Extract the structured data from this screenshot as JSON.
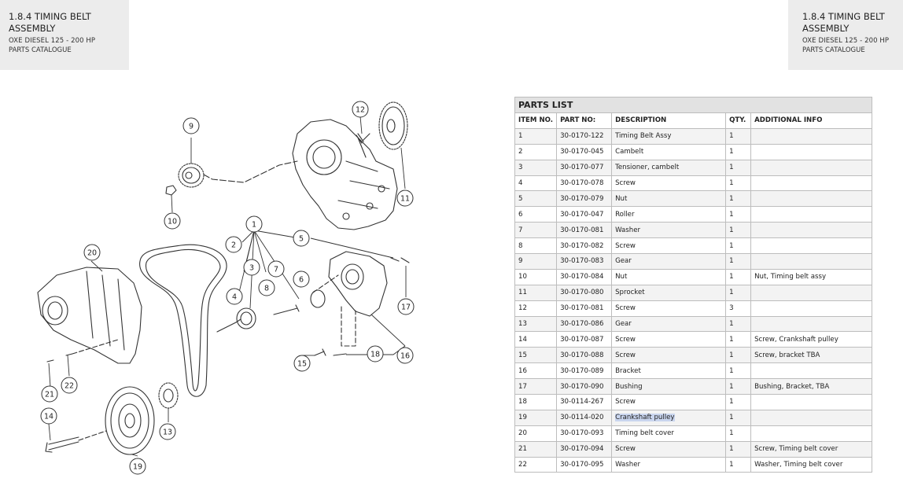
{
  "header": {
    "title_line1": "1.8.4 TIMING BELT",
    "title_line2": "ASSEMBLY",
    "subtitle": "OXE DIESEL 125 - 200 HP",
    "catalogue": "PARTS CATALOGUE"
  },
  "diagram": {
    "callouts": [
      "1",
      "2",
      "3",
      "4",
      "5",
      "6",
      "7",
      "8",
      "9",
      "10",
      "11",
      "12",
      "13",
      "14",
      "15",
      "16",
      "17",
      "18",
      "19",
      "20",
      "21",
      "22"
    ]
  },
  "parts_list": {
    "title": "PARTS LIST",
    "columns": [
      "ITEM NO.",
      "PART NO:",
      "DESCRIPTION",
      "QTY.",
      "ADDITIONAL INFO"
    ],
    "highlight_color": "#c9d5ee",
    "rows": [
      {
        "item": "1",
        "part": "30-0170-122",
        "desc": "Timing Belt Assy",
        "qty": "1",
        "info": ""
      },
      {
        "item": "2",
        "part": "30-0170-045",
        "desc": "Cambelt",
        "qty": "1",
        "info": ""
      },
      {
        "item": "3",
        "part": "30-0170-077",
        "desc": "Tensioner, cambelt",
        "qty": "1",
        "info": ""
      },
      {
        "item": "4",
        "part": "30-0170-078",
        "desc": "Screw",
        "qty": "1",
        "info": ""
      },
      {
        "item": "5",
        "part": "30-0170-079",
        "desc": "Nut",
        "qty": "1",
        "info": ""
      },
      {
        "item": "6",
        "part": "30-0170-047",
        "desc": "Roller",
        "qty": "1",
        "info": ""
      },
      {
        "item": "7",
        "part": "30-0170-081",
        "desc": "Washer",
        "qty": "1",
        "info": ""
      },
      {
        "item": "8",
        "part": "30-0170-082",
        "desc": "Screw",
        "qty": "1",
        "info": ""
      },
      {
        "item": "9",
        "part": "30-0170-083",
        "desc": "Gear",
        "qty": "1",
        "info": ""
      },
      {
        "item": "10",
        "part": "30-0170-084",
        "desc": "Nut",
        "qty": "1",
        "info": "Nut, Timing belt assy"
      },
      {
        "item": "11",
        "part": "30-0170-080",
        "desc": "Sprocket",
        "qty": "1",
        "info": ""
      },
      {
        "item": "12",
        "part": "30-0170-081",
        "desc": "Screw",
        "qty": "3",
        "info": ""
      },
      {
        "item": "13",
        "part": "30-0170-086",
        "desc": "Gear",
        "qty": "1",
        "info": ""
      },
      {
        "item": "14",
        "part": "30-0170-087",
        "desc": "Screw",
        "qty": "1",
        "info": "Screw, Crankshaft pulley"
      },
      {
        "item": "15",
        "part": "30-0170-088",
        "desc": "Screw",
        "qty": "1",
        "info": "Screw, bracket TBA"
      },
      {
        "item": "16",
        "part": "30-0170-089",
        "desc": "Bracket",
        "qty": "1",
        "info": ""
      },
      {
        "item": "17",
        "part": "30-0170-090",
        "desc": "Bushing",
        "qty": "1",
        "info": "Bushing, Bracket, TBA"
      },
      {
        "item": "18",
        "part": "30-0114-267",
        "desc": "Screw",
        "qty": "1",
        "info": ""
      },
      {
        "item": "19",
        "part": "30-0114-020",
        "desc": "Crankshaft pulley",
        "qty": "1",
        "info": "",
        "highlight": true
      },
      {
        "item": "20",
        "part": "30-0170-093",
        "desc": "Timing belt cover",
        "qty": "1",
        "info": ""
      },
      {
        "item": "21",
        "part": "30-0170-094",
        "desc": "Screw",
        "qty": "1",
        "info": "Screw, Timing belt cover"
      },
      {
        "item": "22",
        "part": "30-0170-095",
        "desc": "Washer",
        "qty": "1",
        "info": "Washer, Timing belt cover"
      }
    ]
  }
}
